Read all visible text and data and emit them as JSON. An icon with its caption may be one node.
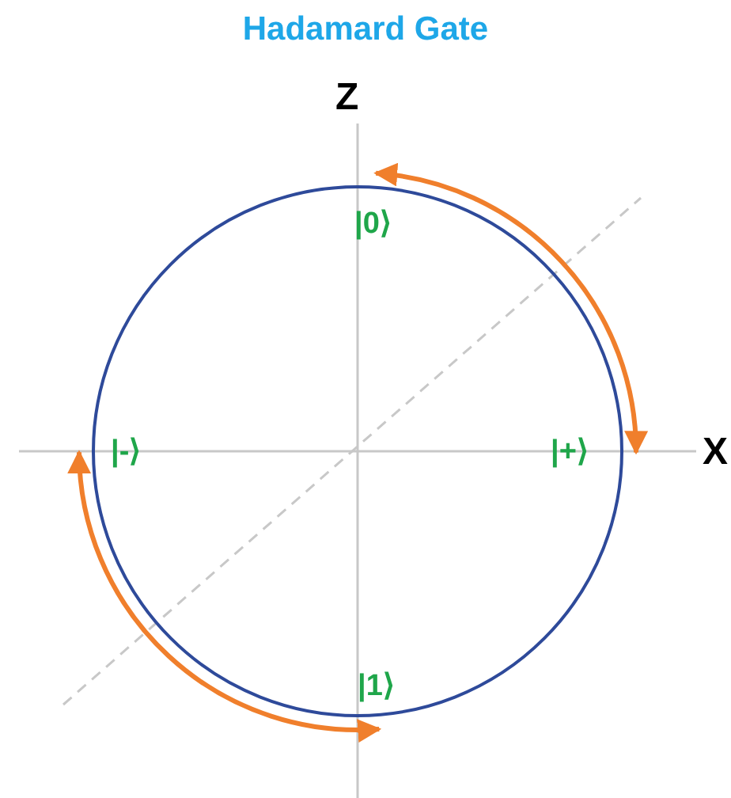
{
  "diagram": {
    "title": "Hadamard Gate",
    "nodes": [
      {
        "text": [
          "|0⟩"
        ]
      },
      {
        "text": [
          "|-⟩"
        ]
      },
      {
        "text": [
          "|+⟩"
        ]
      },
      {
        "text": [
          "|1⟩"
        ]
      }
    ],
    "edges": [
      {
        "from": 0,
        "to": 2,
        "arrow": "both"
      },
      {
        "from": 1,
        "to": 3,
        "arrow": "both"
      }
    ],
    "labels": [
      "Z",
      "X"
    ]
  }
}
